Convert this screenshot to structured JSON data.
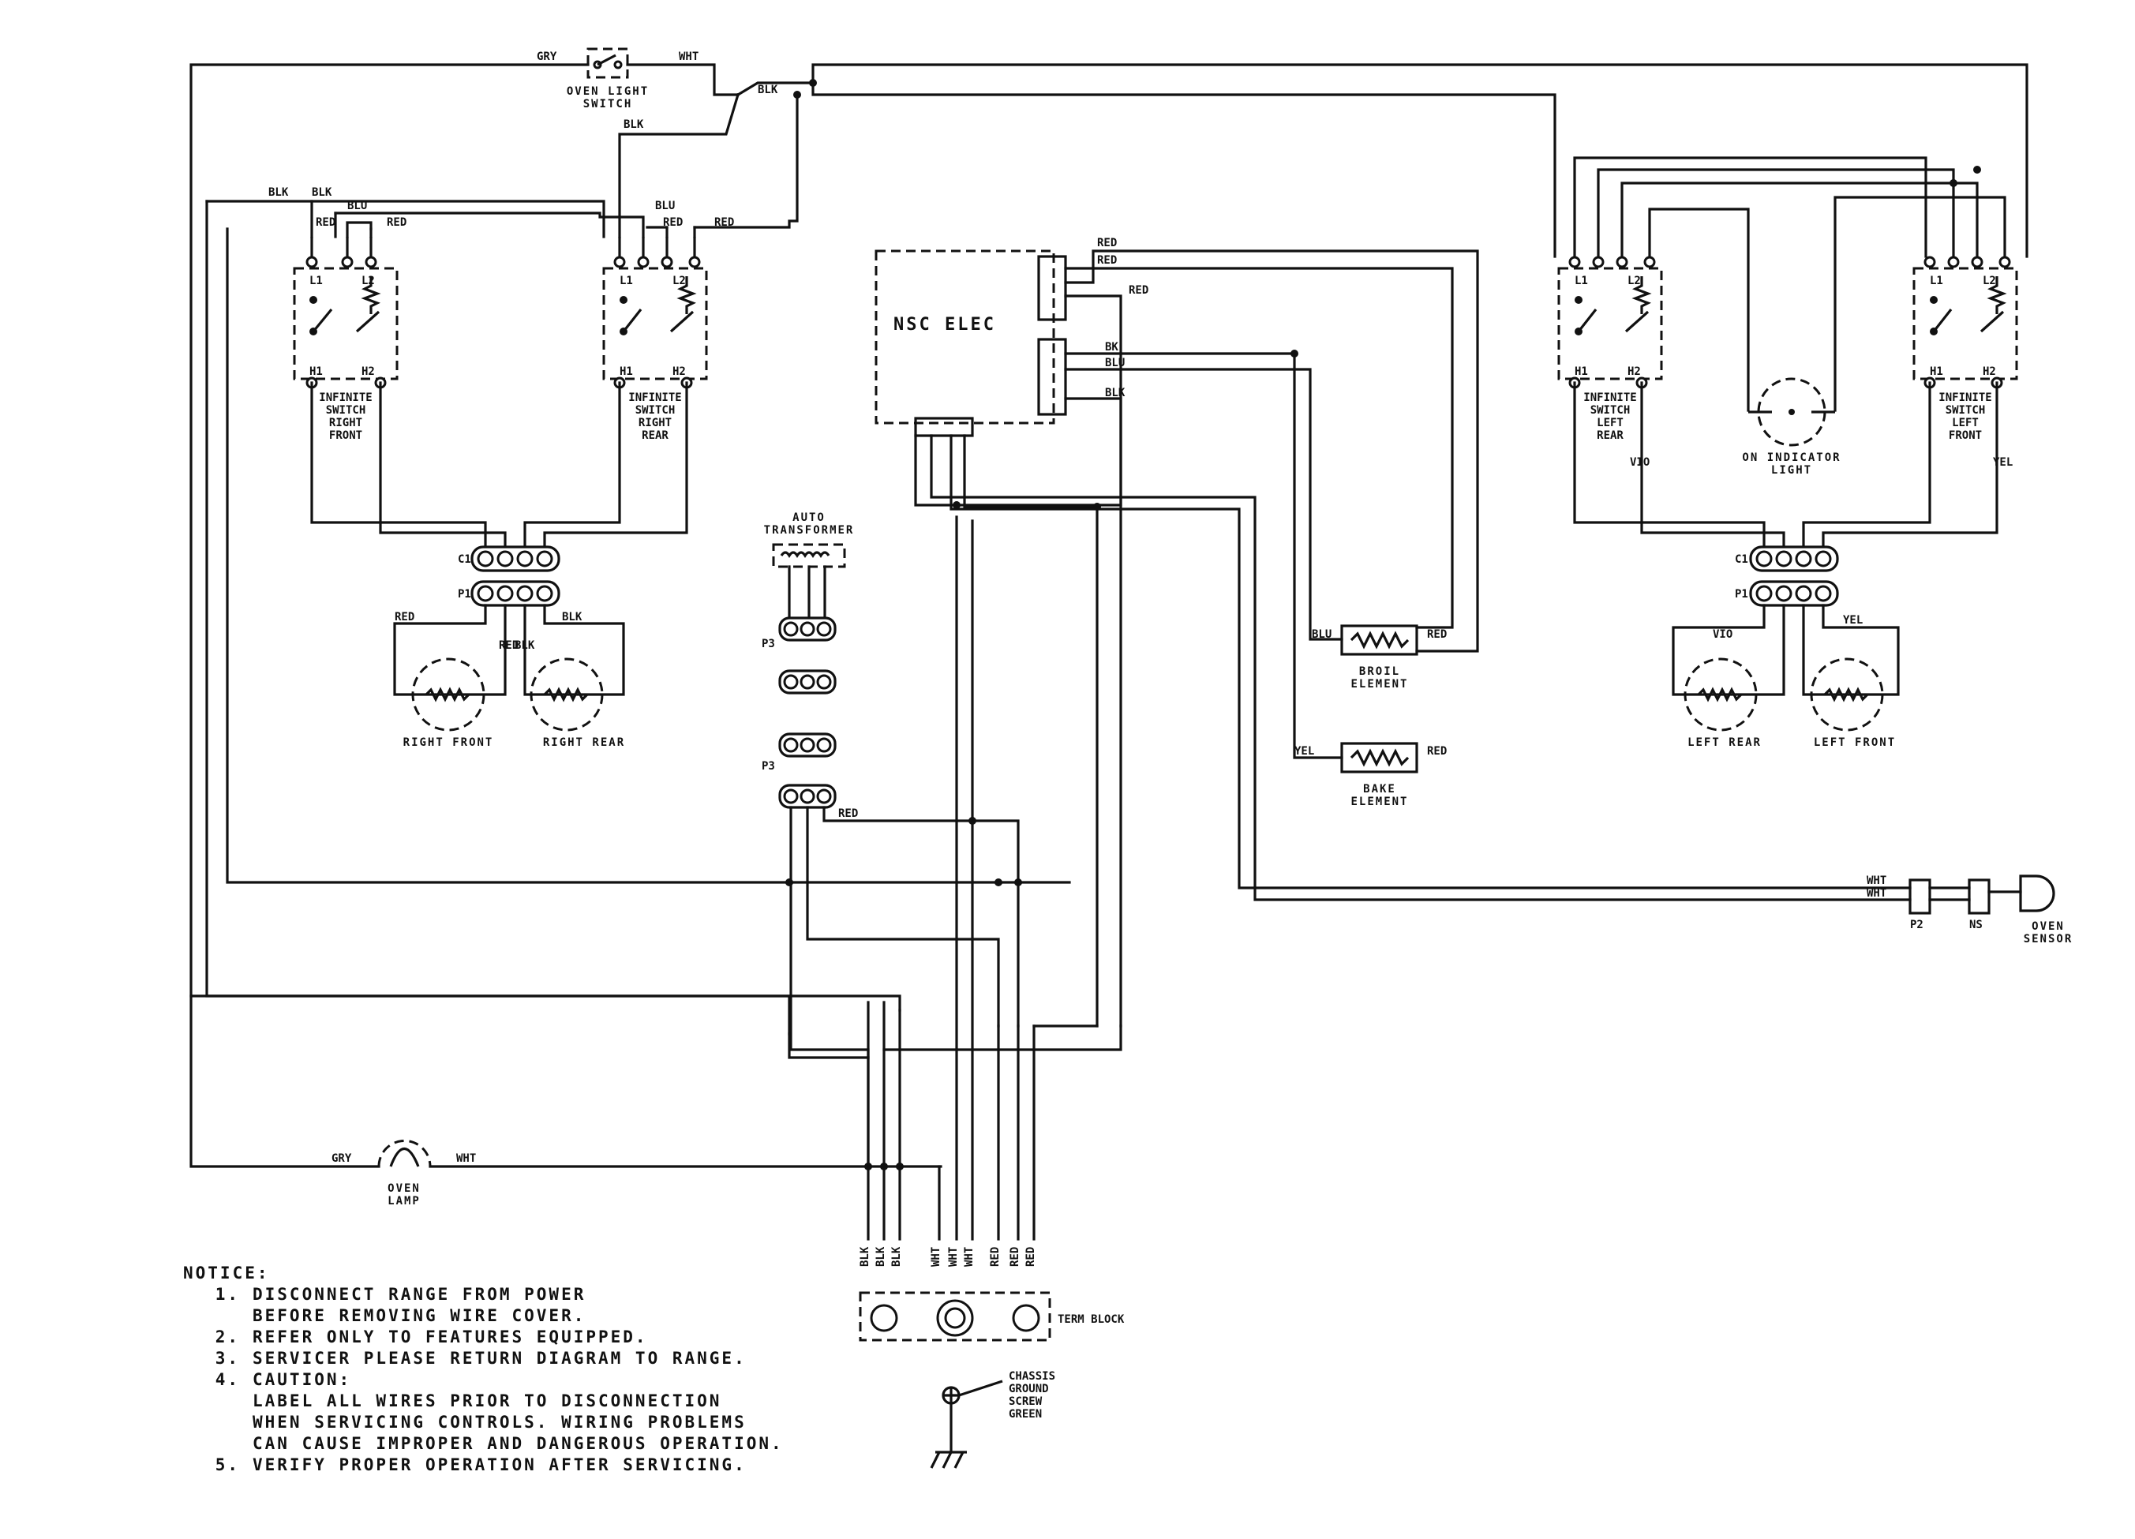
{
  "labels": {
    "oven_light_switch": [
      "OVEN LIGHT",
      "SWITCH"
    ],
    "nsc_elec": "NSC ELEC",
    "infinite_right_front": [
      "INFINITE",
      "SWITCH",
      "RIGHT",
      "FRONT"
    ],
    "infinite_right_rear": [
      "INFINITE",
      "SWITCH",
      "RIGHT",
      "REAR"
    ],
    "infinite_left_rear": [
      "INFINITE",
      "SWITCH",
      "LEFT",
      "REAR"
    ],
    "infinite_left_front": [
      "INFINITE",
      "SWITCH",
      "LEFT",
      "FRONT"
    ],
    "on_indicator": [
      "ON INDICATOR",
      "LIGHT"
    ],
    "auto_transformer": [
      "AUTO",
      "TRANSFORMER"
    ],
    "broil_element": [
      "BROIL",
      "ELEMENT"
    ],
    "bake_element": [
      "BAKE",
      "ELEMENT"
    ],
    "right_front": "RIGHT FRONT",
    "right_rear": "RIGHT REAR",
    "left_rear": "LEFT REAR",
    "left_front": "LEFT FRONT",
    "oven_lamp": [
      "OVEN",
      "LAMP"
    ],
    "oven_sensor": [
      "OVEN",
      "SENSOR"
    ],
    "term_block": "TERM BLOCK",
    "chassis_ground": [
      "CHASSIS",
      "GROUND",
      "SCREW",
      "GREEN"
    ],
    "p2": "P2",
    "p3": "P3",
    "ns": "NS",
    "gry": "GRY",
    "wht": "WHT",
    "blk": "BLK",
    "blu": "BLU",
    "red": "RED",
    "vio": "VIO",
    "yel": "YEL"
  },
  "notice": {
    "title": "NOTICE:",
    "items": [
      {
        "num": "1.",
        "lines": [
          "DISCONNECT RANGE FROM POWER",
          "BEFORE REMOVING WIRE COVER."
        ]
      },
      {
        "num": "2.",
        "lines": [
          "REFER ONLY TO FEATURES EQUIPPED."
        ]
      },
      {
        "num": "3.",
        "lines": [
          "SERVICER PLEASE RETURN DIAGRAM TO RANGE."
        ]
      },
      {
        "num": "4.",
        "lines": [
          "CAUTION:",
          "LABEL ALL WIRES PRIOR TO DISCONNECTION",
          "WHEN SERVICING CONTROLS. WIRING PROBLEMS",
          "CAN CAUSE IMPROPER AND DANGEROUS OPERATION."
        ]
      },
      {
        "num": "5.",
        "lines": [
          "VERIFY PROPER OPERATION AFTER SERVICING."
        ]
      }
    ]
  }
}
